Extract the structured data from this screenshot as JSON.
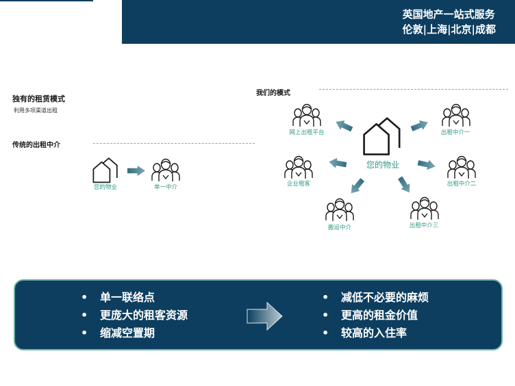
{
  "header": {
    "line1": "英国地产一站式服务",
    "line2": "伦敦|上海|北京|成都"
  },
  "left_section": {
    "title": "独有的租赁模式",
    "subtitle": "利用多项渠道出租",
    "traditional_title": "传统的出租中介",
    "property_label": "您的物业",
    "agent_label": "单一中介"
  },
  "right_section": {
    "title": "我们的模式",
    "center_label": "您的物业",
    "nodes": [
      "网上出租平台",
      "出租中介一",
      "企业租客",
      "出租中介二",
      "搬运中介",
      "出租中介三"
    ]
  },
  "benefits": {
    "left": [
      "单一联络点",
      "更庞大的租客资源",
      "缩减空置期"
    ],
    "right": [
      "减低不必要的麻烦",
      "更高的租金价值",
      "较高的入住率"
    ]
  },
  "colors": {
    "navy": "#0d3e5f",
    "teal": "#2e9a84",
    "arrow": "#4a7f8f",
    "border": "#6fb3a6"
  }
}
